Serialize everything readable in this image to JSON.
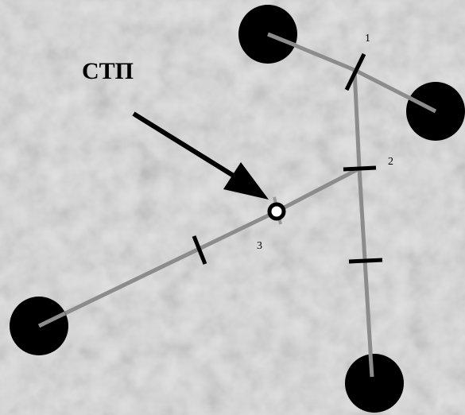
{
  "diagram": {
    "title_label": "СТП",
    "node_labels": {
      "n1": "1",
      "n2": "2",
      "n3": "3"
    },
    "colors": {
      "background": "#e6e6e6",
      "line": "#8c8c8c",
      "body": "#000000",
      "marker": "#000000",
      "ring_fill": "#ffffff"
    },
    "components": [
      "upper-left-body",
      "upper-right-body",
      "left-body",
      "bottom-body",
      "node-1-junction",
      "node-2-junction",
      "node-3-ring",
      "pointer-arrow"
    ]
  }
}
